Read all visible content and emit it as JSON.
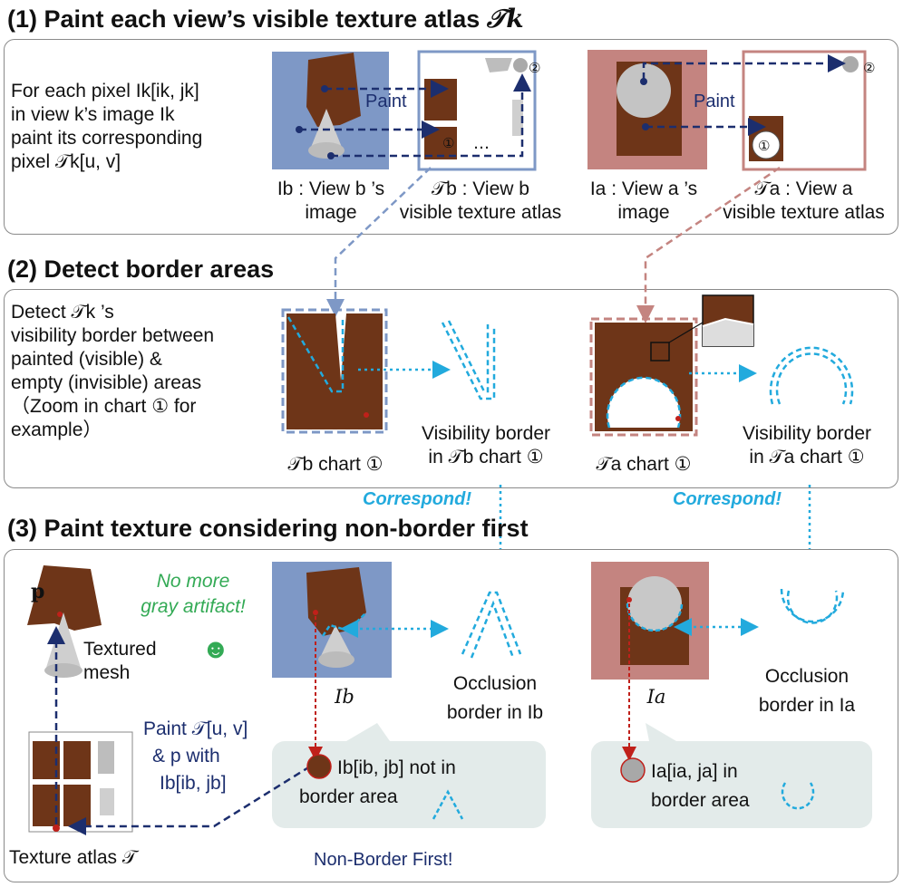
{
  "step1": {
    "title": "(1) Paint each view’s visible texture atlas",
    "title_math": "𝒯k",
    "desc": [
      "For each pixel Ik[ik, jk]",
      "in view k’s image Ik",
      "paint its corresponding",
      "pixel 𝒯k[u, v]"
    ],
    "paint_label_b": "Paint",
    "paint_label_a": "Paint",
    "ellipsis": "…",
    "marker_1": "①",
    "marker_2": "②",
    "cap_Ib_1": "Ib : View b ’s",
    "cap_Ib_2": "image",
    "cap_Tb_1": "𝒯b : View b",
    "cap_Tb_2": "visible texture atlas",
    "cap_Ia_1": "Ia : View a ’s",
    "cap_Ia_2": "image",
    "cap_Ta_1": "𝒯a : View a",
    "cap_Ta_2": "visible texture atlas"
  },
  "step2": {
    "title": "(2) Detect border areas",
    "desc": [
      "Detect 𝒯k ’s",
      "visibility border between",
      "painted (visible) &",
      "empty (invisible) areas",
      "（Zoom in chart ① for",
      "example）"
    ],
    "cap_Tb_chart": "𝒯b chart ①",
    "cap_vis_b_1": "Visibility border",
    "cap_vis_b_2": "in 𝒯b chart ①",
    "cap_Ta_chart": "𝒯a chart ①",
    "cap_vis_a_1": "Visibility border",
    "cap_vis_a_2": "in 𝒯a chart ①",
    "correspond_b": "Correspond!",
    "correspond_a": "Correspond!"
  },
  "step3": {
    "title": "(3) Paint texture considering non-border first",
    "p_label": "p",
    "no_more": [
      "No more",
      "gray artifact!"
    ],
    "smiley": "☻",
    "textured_mesh": [
      "Textured",
      "mesh"
    ],
    "paint_T": [
      "Paint 𝒯[u, v]",
      "& p with",
      "Ib[ib, jb]"
    ],
    "cap_Ib": "Ib",
    "occl_b": [
      "Occlusion",
      "border in Ib"
    ],
    "cap_Ia": "Ia",
    "occl_a": [
      "Occlusion",
      "border in Ia"
    ],
    "callout_b": [
      "Ib[ib, jb] not in",
      "border area"
    ],
    "callout_a": [
      "Ia[ia, ja] in",
      "border area"
    ],
    "texture_atlas": "Texture atlas 𝒯",
    "non_border_first": "Non-Border First!"
  },
  "colors": {
    "view_b_bg": "#7e98c6",
    "view_a_bg": "#c48480",
    "navy": "#1c2e6e",
    "cyan": "#22aadd",
    "wood": "#6e3518",
    "green": "#33aa55",
    "red": "#c0201a"
  }
}
